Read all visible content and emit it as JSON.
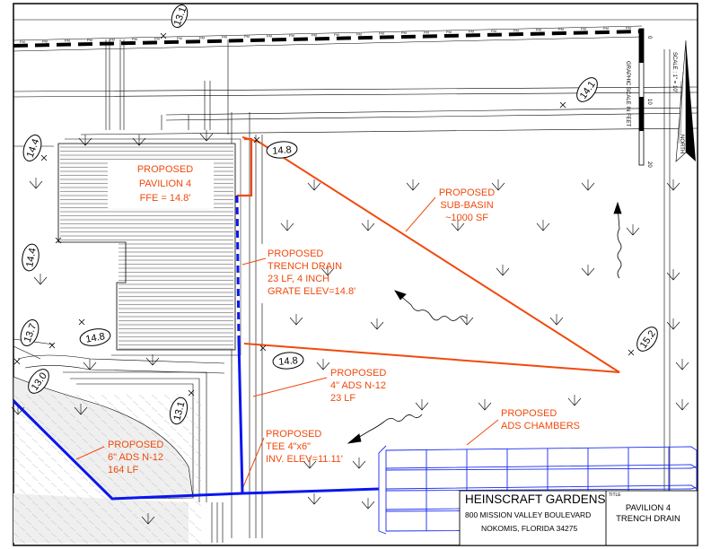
{
  "labels": {
    "pavilion": [
      "PROPOSED",
      "PAVILION 4",
      "FFE = 14.8'"
    ],
    "sub_basin": [
      "PROPOSED",
      "SUB-BASIN",
      "~1000 SF"
    ],
    "trench_drain": [
      "PROPOSED",
      "TRENCH DRAIN",
      "23 LF, 4 INCH",
      "GRATE ELEV=14.8'"
    ],
    "ads_4in": [
      "PROPOSED",
      "4\" ADS N-12",
      "23 LF"
    ],
    "tee": [
      "PROPOSED",
      "TEE 4\"x6\"",
      "INV. ELEV=11.11'"
    ],
    "ads_6in": [
      "PROPOSED",
      "6\" ADS N-12",
      "164 LF"
    ],
    "ads_chambers": [
      "PROPOSED",
      "ADS CHAMBERS"
    ]
  },
  "spot_elevations": {
    "e13_1_top": "13.1",
    "e14_1": "14.1",
    "e14_8_corner": "14.8",
    "e14_4_upper": "14.4",
    "e14_4_lower": "14.4",
    "e13_7": "13.7",
    "e14_8_left": "14.8",
    "e14_8_mid": "14.8",
    "e13_0": "13.0",
    "e13_1_bottom": "13.1",
    "e15_2": "15.2"
  },
  "force_main_tag": "FM",
  "scale": {
    "text": "SCALE : 1\" = 10'",
    "graphic_label": "GRAPHIC SCALE IN FEET",
    "ticks": [
      "0",
      "10",
      "20"
    ],
    "north": "NORTH"
  },
  "title_block": {
    "project": "HEINSCRAFT GARDENS",
    "address1": "800 MISSION VALLEY BOULEVARD",
    "address2": "NOKOMIS, FLORIDA 34275",
    "title_tag": "TITLE",
    "sheet_title": [
      "PAVILION 4",
      "TRENCH DRAIN"
    ]
  },
  "colors": {
    "annotation": "#f04a0c",
    "pipe": "#0a16f0",
    "chambers": "#1a2af0",
    "linework": "#000000"
  }
}
